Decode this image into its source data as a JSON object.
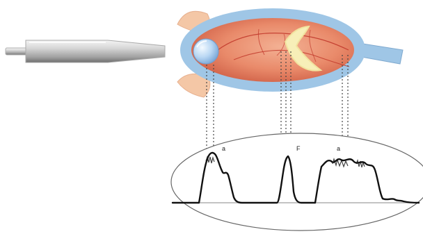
{
  "diagram": {
    "labels": {
      "left_peak": "a",
      "middle_peak": "F",
      "right_peak": "a"
    },
    "colors": {
      "probe_light": "#e9e9e9",
      "probe_dark": "#8a8a8a",
      "eyeball_fill": "#e98a6a",
      "eyeball_deep": "#cc5a42",
      "sclera_blue": "#9fc6e6",
      "tissue_peach": "#f4c7a6",
      "lens_blue": "#8bb7e3",
      "lens_light": "#f4faff",
      "retina_band": "#f7efb8",
      "vessel": "#c23a2c",
      "dotted_line": "#444444",
      "waveform": "#111111",
      "ellipse_stroke": "#666666"
    },
    "icons": {
      "probe": "ultrasound-probe-icon",
      "eye": "eyeball-icon",
      "waveform": "a-scan-waveform-icon"
    }
  }
}
